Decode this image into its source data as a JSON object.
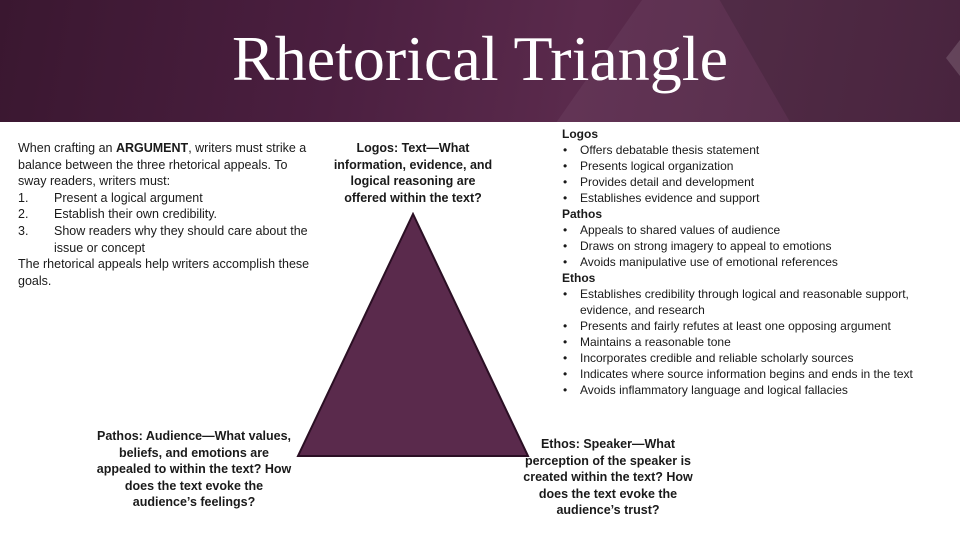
{
  "title": "Rhetorical Triangle",
  "colors": {
    "banner": "#4b1f40",
    "triangle_fill": "#5a2a4c",
    "triangle_stroke": "#2b0f24"
  },
  "intro": {
    "lead": "When crafting an ",
    "keyword": "ARGUMENT",
    "lead_rest": ", writers must strike a balance between the three rhetorical appeals.  To sway readers, writers must:",
    "steps": [
      {
        "num": "1.",
        "text": "Present a logical argument"
      },
      {
        "num": "2.",
        "text": "Establish their own credibility."
      },
      {
        "num": "3.",
        "text": "Show readers why they should care about the issue or concept"
      }
    ],
    "closing": "The rhetorical appeals help writers accomplish these goals."
  },
  "vertices": {
    "logos": "Logos: Text—What information, evidence, and logical reasoning are offered within the text?",
    "pathos": "Pathos: Audience—What values, beliefs, and emotions are appealed to within the text? How does the text evoke the audience’s feelings?",
    "ethos": "Ethos: Speaker—What perception of the speaker is created within the text? How does the text evoke the audience’s trust?"
  },
  "details": {
    "bullet": "•",
    "logos": {
      "heading": "Logos",
      "items": [
        "Offers debatable thesis statement",
        "Presents logical organization",
        "Provides detail and development",
        "Establishes evidence and support"
      ]
    },
    "pathos": {
      "heading": "Pathos",
      "items": [
        "Appeals to shared values of audience",
        "Draws on strong imagery to appeal to emotions",
        "Avoids manipulative use of emotional references"
      ]
    },
    "ethos": {
      "heading": "Ethos",
      "items": [
        "Establishes credibility through logical and reasonable support, evidence, and research",
        "Presents and fairly refutes at least one opposing argument",
        "Maintains a reasonable tone",
        "Incorporates credible and reliable scholarly sources",
        "Indicates where source information begins and ends in the text",
        "Avoids inflammatory language and logical fallacies"
      ]
    }
  }
}
